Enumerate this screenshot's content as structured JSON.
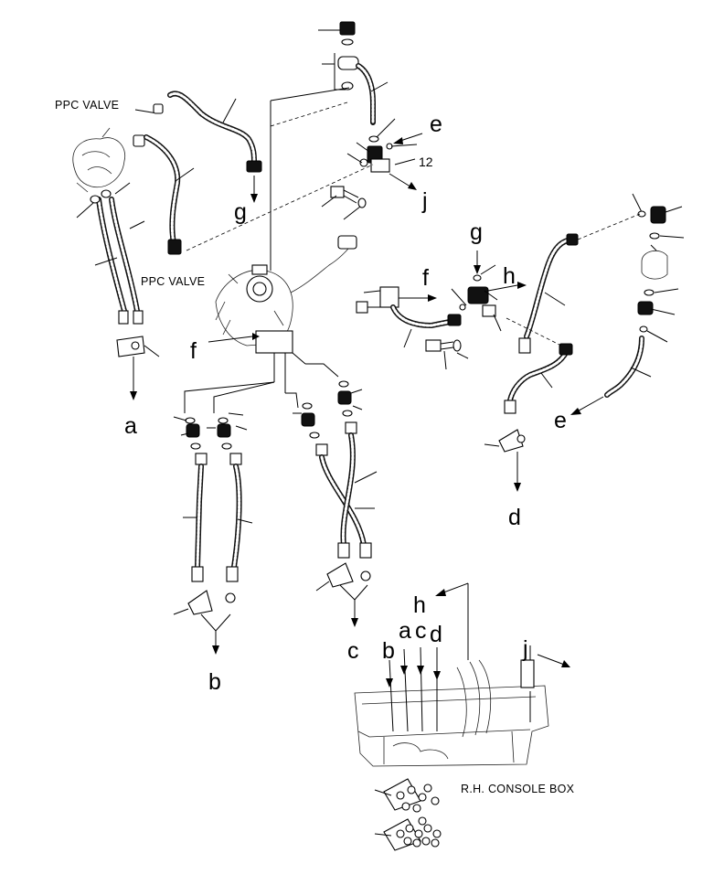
{
  "captions": {
    "ppc_valve_top": "PPC VALVE",
    "ppc_valve_mid": "PPC VALVE",
    "console_box": "R.H. CONSOLE BOX"
  },
  "callouts": {
    "a_left": "a",
    "b_left": "b",
    "c_left": "c",
    "d_right": "d",
    "e_top": "e",
    "e_right": "e",
    "f_left": "f",
    "f_mid": "f",
    "g_top": "g",
    "g_mid": "g",
    "h_mid": "h",
    "h_console": "h",
    "j_top": "j",
    "j_console": "j",
    "b_console": "b",
    "a_console": "a",
    "c_console": "c",
    "d_console": "d",
    "num_12": "12"
  }
}
